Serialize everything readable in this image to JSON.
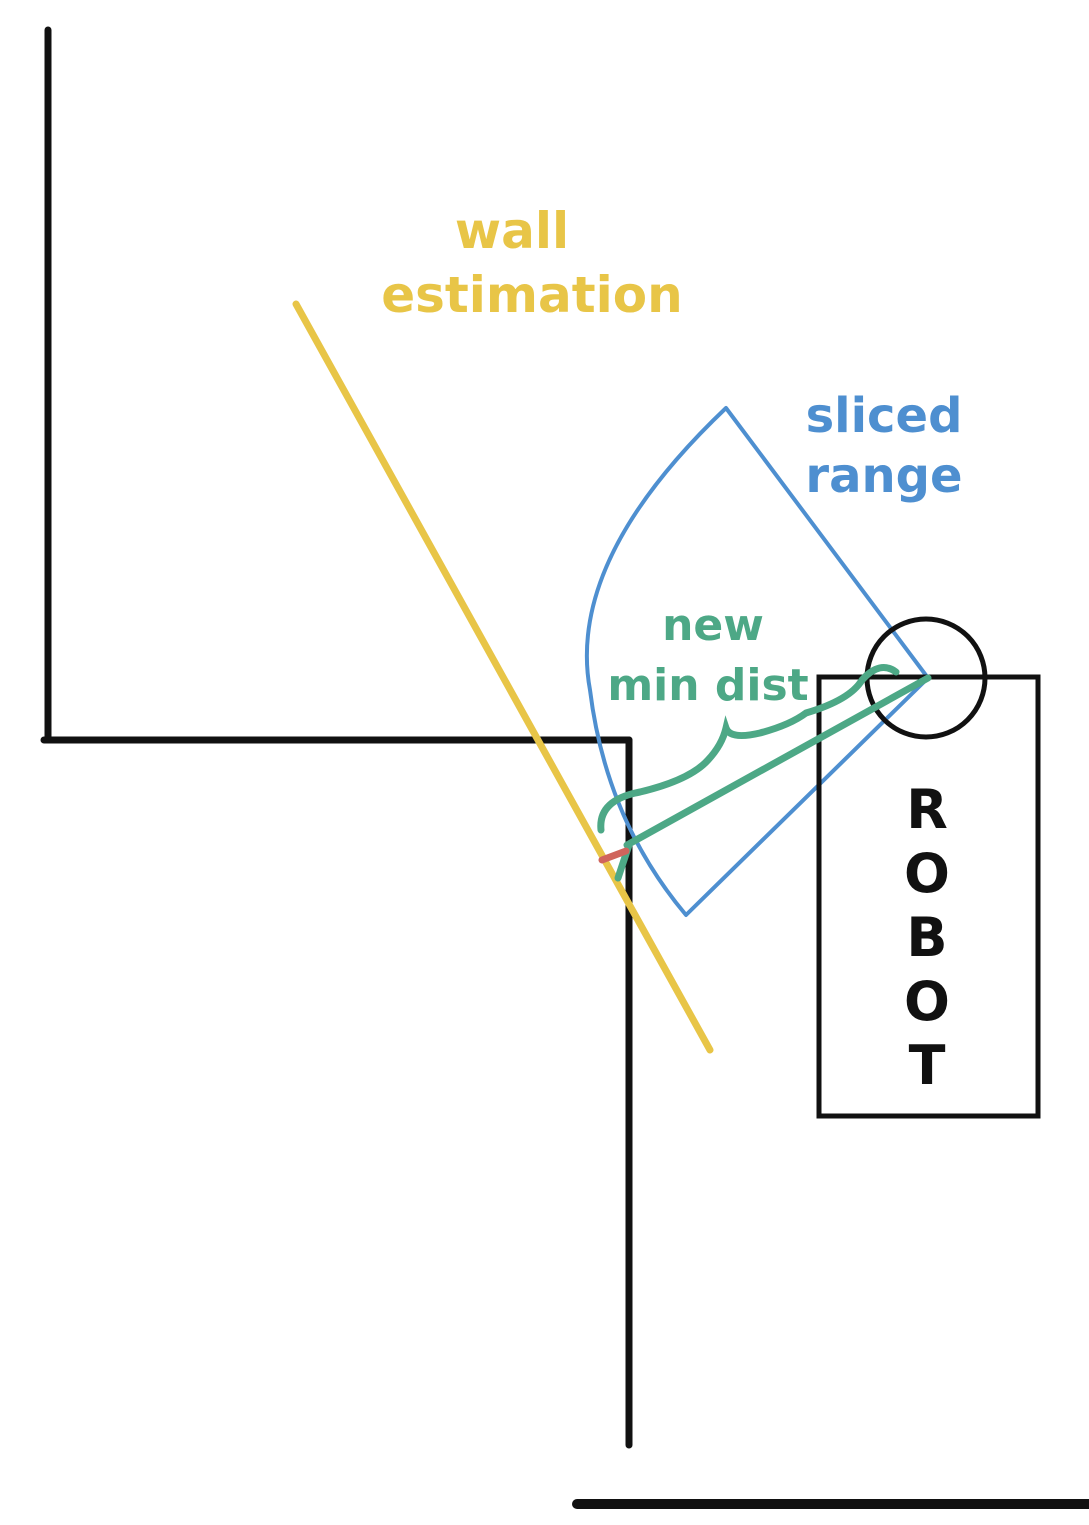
{
  "labels": {
    "wall_estimation_line1": "wall",
    "wall_estimation_line2": "estimation",
    "sliced_range_line1": "sliced",
    "sliced_range_line2": "range",
    "new_min_dist_line1": "new",
    "new_min_dist_line2": "min dist",
    "robot": [
      "R",
      "O",
      "B",
      "O",
      "T"
    ]
  },
  "colors": {
    "wall": "#111111",
    "wall_estimation": "#E8C547",
    "sliced_range": "#4E8FD0",
    "new_min_dist": "#4DA886",
    "error_mark": "#D0645C",
    "robot": "#111111"
  }
}
